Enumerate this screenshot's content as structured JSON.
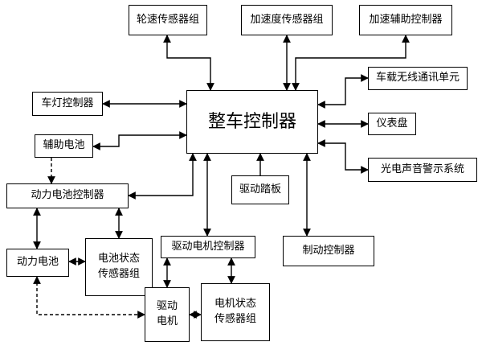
{
  "nodes": {
    "vcu": "整车控制器",
    "wheel_speed_sensors": "轮速传感器组",
    "accel_sensors": "加速度传感器组",
    "accel_assist_ctrl": "加速辅助控制器",
    "headlight_ctrl": "车灯控制器",
    "wireless_unit": "车载无线通讯单元",
    "dashboard": "仪表盘",
    "aux_battery": "辅助电池",
    "sound_light_alarm": "光电声音警示系统",
    "power_battery_ctrl": "动力电池控制器",
    "drive_pedal": "驱动踏板",
    "power_battery": "动力电池",
    "battery_state_sensors": "电池状态\n传感器组",
    "motor_ctrl": "驱动电机控制器",
    "brake_ctrl": "制动控制器",
    "drive_motor": "驱动\n电机",
    "motor_state_sensors": "电机状态\n传感器组"
  }
}
